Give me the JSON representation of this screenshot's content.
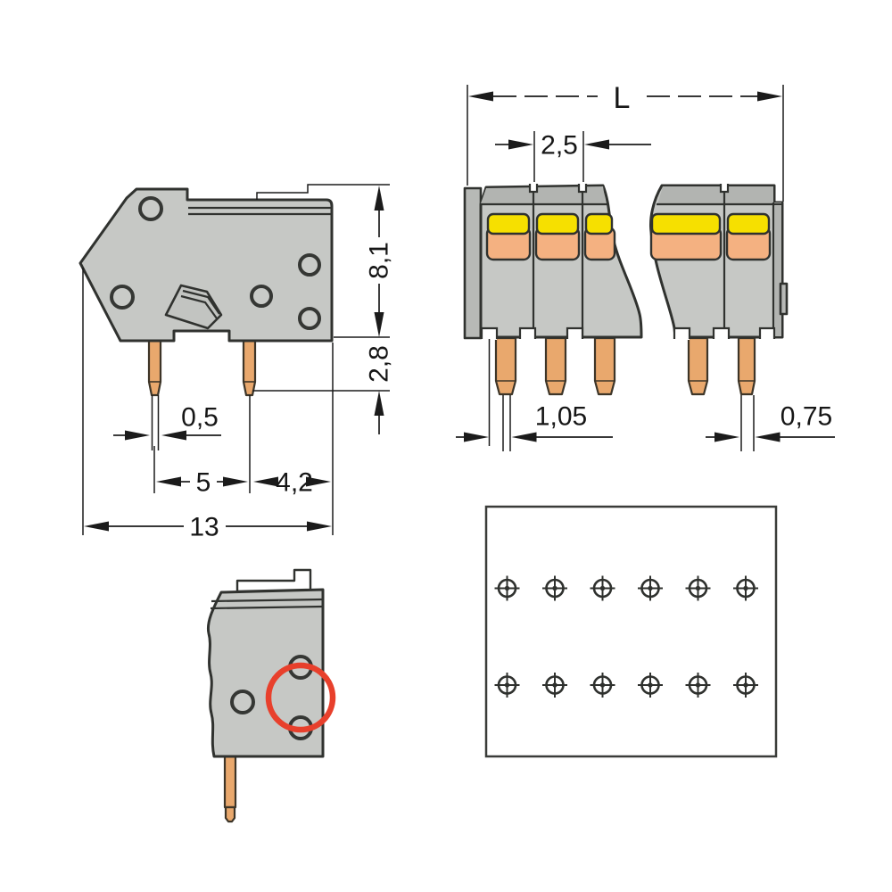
{
  "views": {
    "side_profile": {
      "dimensions": {
        "housing_height": "8,1",
        "pin_length": "2,8",
        "pin_tip_width": "0,5",
        "pin_pitch": "5",
        "pin_to_edge": "4,2",
        "overall_depth": "13"
      }
    },
    "front": {
      "dimensions": {
        "overall_length": "L",
        "pole_pitch": "2,5",
        "pin_width_variant_a": "1,05",
        "pin_width_variant_b": "0,75"
      }
    },
    "detail": {
      "highlight": "red-circle-marking-solder-pin-holes"
    },
    "footprint": {
      "rows": 2,
      "cols": 6
    }
  },
  "colors": {
    "housing_gray": "#c6c8c5",
    "housing_gray_dark": "#b7b9b6",
    "push_button_yellow": "#f6e000",
    "wire_opening_orange": "#f4b181",
    "solder_pin_copper": "#e9a86d",
    "highlight_red": "#e8402c",
    "outline": "#30322f",
    "dimension_line": "#1b1b1b"
  }
}
